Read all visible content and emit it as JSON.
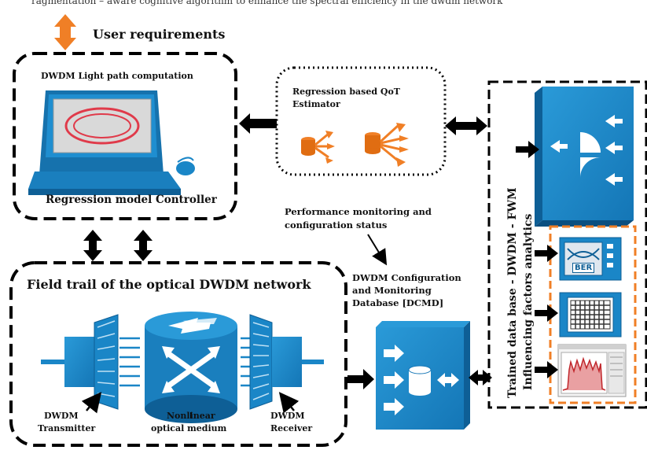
{
  "top_caption": "ragmentation – aware cognitive algorithm to enhance the spectral efficiency in the dwdm network",
  "user_requirements": "User requirements",
  "controller": {
    "title": "DWDM Light path computation",
    "label": "Regression model Controller"
  },
  "estimator": {
    "title_line1": "Regression based QoT",
    "title_line2": "Estimator"
  },
  "monitoring": {
    "line1": "Performance monitoring and",
    "line2": "configuration status"
  },
  "field_trail": {
    "title": "Field trail of the optical DWDM network",
    "transmitter_line1": "DWDM",
    "transmitter_line2": "Transmitter",
    "medium_line1": "Nonlinear",
    "medium_line2": "optical medium",
    "receiver_line1": "DWDM",
    "receiver_line2": "Receiver"
  },
  "database": {
    "line1": "DWDM Configuration",
    "line2": "and Monitoring",
    "line3": "Database [DCMD]"
  },
  "analytics": {
    "line1": "Trained data base - DWDM - FWM",
    "line2": "Influencing factors analytics",
    "ber_label": "BER"
  },
  "colors": {
    "blue": "#1a86c7",
    "blue_dark": "#0e5f96",
    "orange": "#f07f26",
    "black": "#000000"
  }
}
